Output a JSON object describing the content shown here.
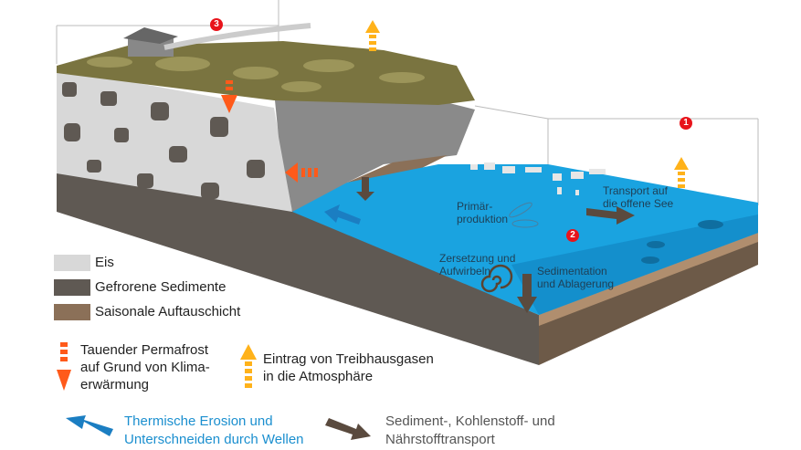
{
  "badges": [
    "1",
    "2",
    "3"
  ],
  "labels": {
    "primaer": "Primär-\nproduktion",
    "transport": "Transport auf\ndie offene See",
    "zersetzung": "Zersetzung und\nAufwirbeln",
    "sedimentation": "Sedimentation\nund Ablagerung"
  },
  "legend": {
    "eis": "Eis",
    "gefrorene": "Gefrorene Sedimente",
    "saisonale": "Saisonale Auftauschicht",
    "tauender": "Tauender Permafrost\nauf Grund von Klima-\nerwärmung",
    "eintrag": "Eintrag von Treibhausgasen\nin die Atmosphäre",
    "erosion": "Thermische Erosion und\nUnterschneiden durch Wellen",
    "sediment_transport": "Sediment-, Kohlenstoff- und\nNährstofftransport"
  },
  "colors": {
    "eis": "#d8d8d8",
    "gefrorene": "#5f5953",
    "saisonale": "#8b7058",
    "water": "#1aa3e0",
    "erosion": "#1b7ec2",
    "thaw": "#ff5a1a",
    "gas": "#ffb21a"
  }
}
